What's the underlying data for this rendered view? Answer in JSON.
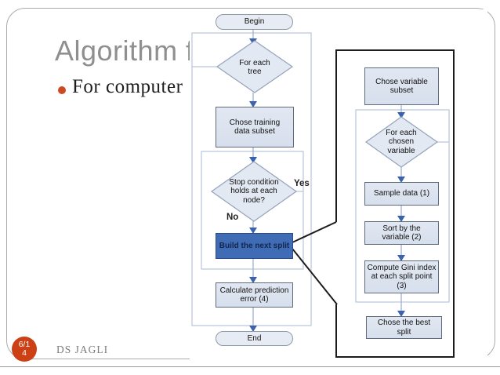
{
  "slide": {
    "title": "Algorithm f",
    "bullet_text": "For computer",
    "footer": "DS JAGLI",
    "page_badge": {
      "full": "6/14",
      "line1": "6/1",
      "line2": "4"
    },
    "colors": {
      "accent_red": "#cd3f14",
      "title_gray": "#8f8f8f",
      "node_fill": "#dce4f0",
      "node_border": "#5f6b7d",
      "highlight_blue": "#3f6cb5",
      "connector_blue": "#3a62b0",
      "panel_border": "#1c1c1c"
    }
  },
  "flowchart": {
    "left": {
      "begin": "Begin",
      "for_each_tree": "For each tree",
      "chose_training": "Chose training data subset",
      "stop_condition": "Stop condition holds at each node?",
      "yes_label": "Yes",
      "no_label": "No",
      "build_split": "Build the next split",
      "calc_error": "Calculate prediction error (4)",
      "end": "End"
    },
    "right": {
      "chose_variable": "Chose variable subset",
      "for_each_variable": "For each chosen variable",
      "sample_data": "Sample data (1)",
      "sort_by": "Sort by the variable (2)",
      "compute_gini": "Compute Gini index at each split point (3)",
      "chose_best": "Chose the best split"
    }
  }
}
